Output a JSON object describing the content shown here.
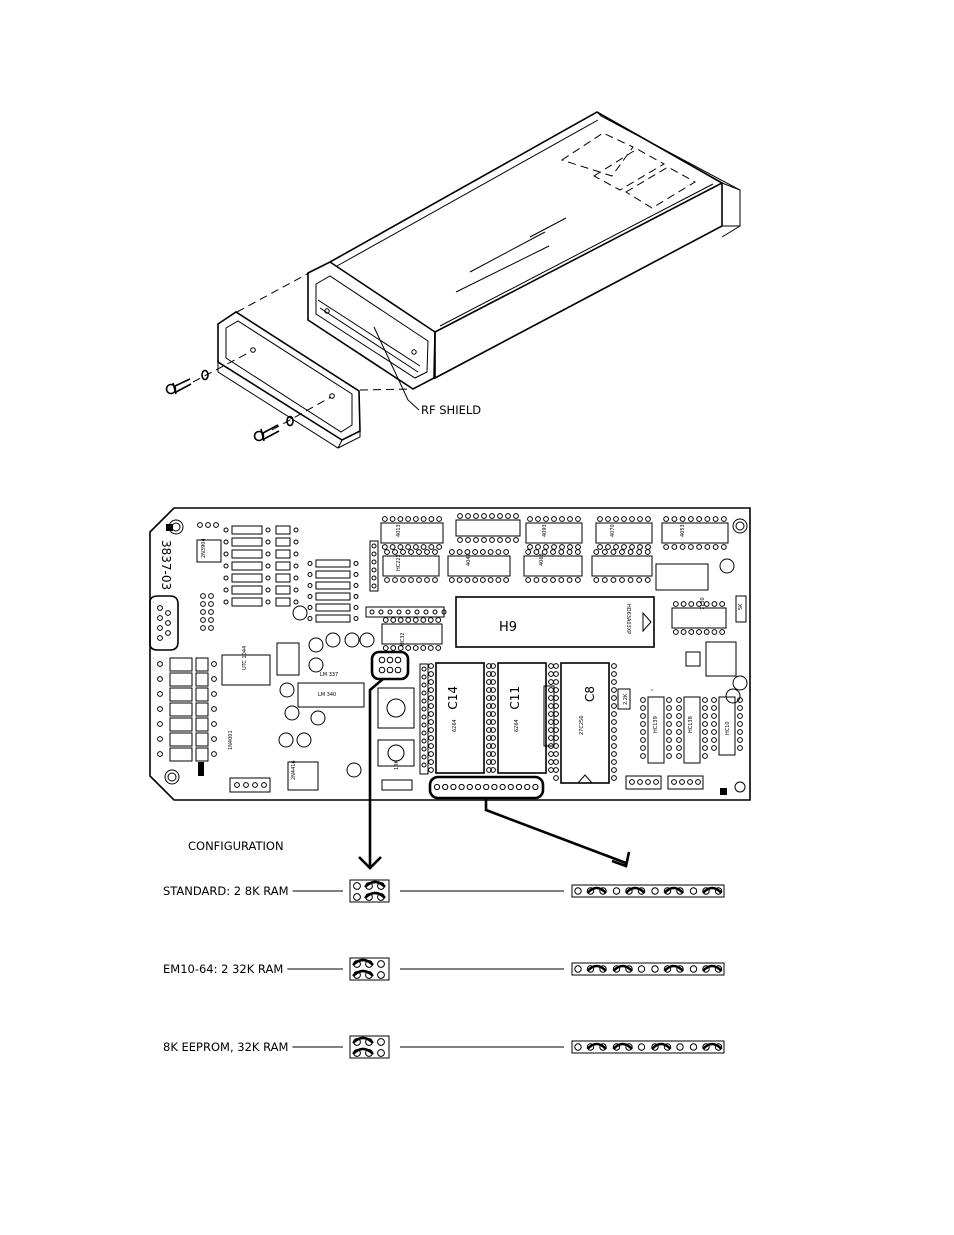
{
  "enclosure": {
    "rf_shield_label": "RF SHIELD"
  },
  "board": {
    "part_number": "3837-03",
    "main_chip_label": "H9",
    "socket_labels": [
      "C14",
      "C11",
      "C8"
    ],
    "small_labels": [
      "6264",
      "6264",
      "27C256",
      "HD63A03XP",
      "HC139",
      "HC138",
      "HC10",
      "4013",
      "4093",
      "4053",
      "4070",
      "4049",
      "4063",
      "HC32",
      "HC222",
      "2N3904",
      "2N4416",
      "7130",
      "5K",
      "10K",
      "2.2K",
      "LM 340",
      "LM 337",
      "1N4001",
      "UTC 1044"
    ]
  },
  "configuration": {
    "title": "CONFIGURATION",
    "rows": [
      {
        "label": "STANDARD: 2 8K RAM",
        "small_header": [
          [
            0,
            1
          ],
          [
            0,
            1
          ]
        ],
        "long_header": [
          [
            0,
            1
          ],
          [
            0,
            1
          ],
          [
            0,
            1
          ],
          [
            0,
            1
          ]
        ]
      },
      {
        "label": "EM10-64: 2 32K RAM",
        "small_header": [
          [
            1,
            0
          ],
          [
            1,
            0
          ]
        ],
        "long_header": [
          [
            0,
            1
          ],
          [
            1,
            0
          ],
          [
            0,
            1
          ],
          [
            0,
            1
          ]
        ]
      },
      {
        "label": "8K EEPROM, 32K RAM",
        "small_header": [
          [
            1,
            0
          ],
          [
            1,
            0
          ]
        ],
        "long_header": [
          [
            0,
            1
          ],
          [
            1,
            0
          ],
          [
            1,
            0
          ],
          [
            0,
            1
          ]
        ]
      }
    ]
  }
}
